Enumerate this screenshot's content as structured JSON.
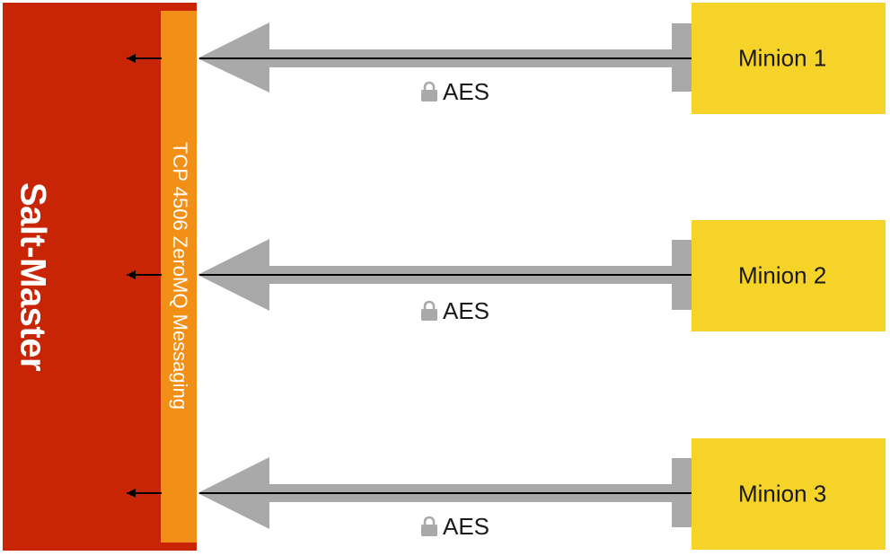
{
  "master": {
    "label": "Salt-Master"
  },
  "transport": {
    "label": "TCP 4506 ZeroMQ Messaging"
  },
  "minions": [
    {
      "label": "Minion 1",
      "encryption": "AES"
    },
    {
      "label": "Minion 2",
      "encryption": "AES"
    },
    {
      "label": "Minion 3",
      "encryption": "AES"
    }
  ],
  "colors": {
    "master": "#c82506",
    "transport": "#f28f16",
    "minion": "#f5d328",
    "connector": "#a9a9a9",
    "lock": "#a9a9a9"
  },
  "icons": {
    "encryption": "lock-icon"
  }
}
